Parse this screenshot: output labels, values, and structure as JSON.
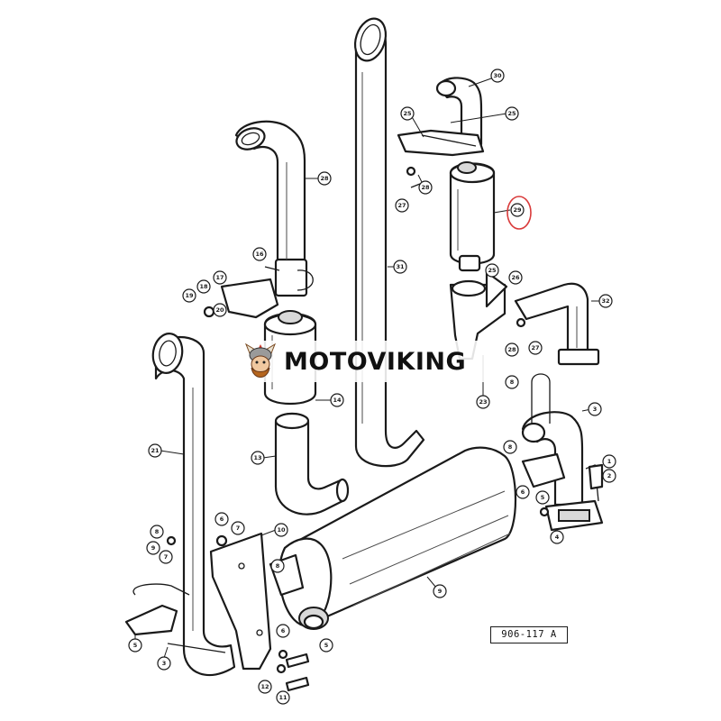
{
  "watermark": {
    "brand": "MOTOVIKING",
    "logo_icon": "viking-mascot-icon"
  },
  "figure_reference": "906-117 A",
  "highlight_color": "#d93a3a",
  "callouts": [
    {
      "id": "c30",
      "label": "30"
    },
    {
      "id": "c25a",
      "label": "25"
    },
    {
      "id": "c25b",
      "label": "25"
    },
    {
      "id": "c28a",
      "label": "28"
    },
    {
      "id": "c27a",
      "label": "27"
    },
    {
      "id": "c28b",
      "label": "28"
    },
    {
      "id": "c29",
      "label": "29"
    },
    {
      "id": "c31",
      "label": "31"
    },
    {
      "id": "c25c",
      "label": "25"
    },
    {
      "id": "c26a",
      "label": "26"
    },
    {
      "id": "c32",
      "label": "32"
    },
    {
      "id": "c28c",
      "label": "28"
    },
    {
      "id": "c27b",
      "label": "27"
    },
    {
      "id": "c23",
      "label": "23"
    },
    {
      "id": "c16",
      "label": "16"
    },
    {
      "id": "c17",
      "label": "17"
    },
    {
      "id": "c18",
      "label": "18"
    },
    {
      "id": "c19",
      "label": "19"
    },
    {
      "id": "c20",
      "label": "20"
    },
    {
      "id": "c14",
      "label": "14"
    },
    {
      "id": "c13",
      "label": "13"
    },
    {
      "id": "c21",
      "label": "21"
    },
    {
      "id": "c8a",
      "label": "8"
    },
    {
      "id": "c3a",
      "label": "3"
    },
    {
      "id": "c8b",
      "label": "8"
    },
    {
      "id": "c1",
      "label": "1"
    },
    {
      "id": "c2",
      "label": "2"
    },
    {
      "id": "c6a",
      "label": "6"
    },
    {
      "id": "c5a",
      "label": "5"
    },
    {
      "id": "c4",
      "label": "4"
    },
    {
      "id": "c6b",
      "label": "6"
    },
    {
      "id": "c7a",
      "label": "7"
    },
    {
      "id": "c8c",
      "label": "8"
    },
    {
      "id": "c9",
      "label": "9"
    },
    {
      "id": "c7b",
      "label": "7"
    },
    {
      "id": "c10",
      "label": "10"
    },
    {
      "id": "c9b",
      "label": "9"
    },
    {
      "id": "c5b",
      "label": "5"
    },
    {
      "id": "c3b",
      "label": "3"
    },
    {
      "id": "c6c",
      "label": "6"
    },
    {
      "id": "c5c",
      "label": "5"
    },
    {
      "id": "c12",
      "label": "12"
    },
    {
      "id": "c11",
      "label": "11"
    },
    {
      "id": "c8d",
      "label": "8"
    }
  ]
}
